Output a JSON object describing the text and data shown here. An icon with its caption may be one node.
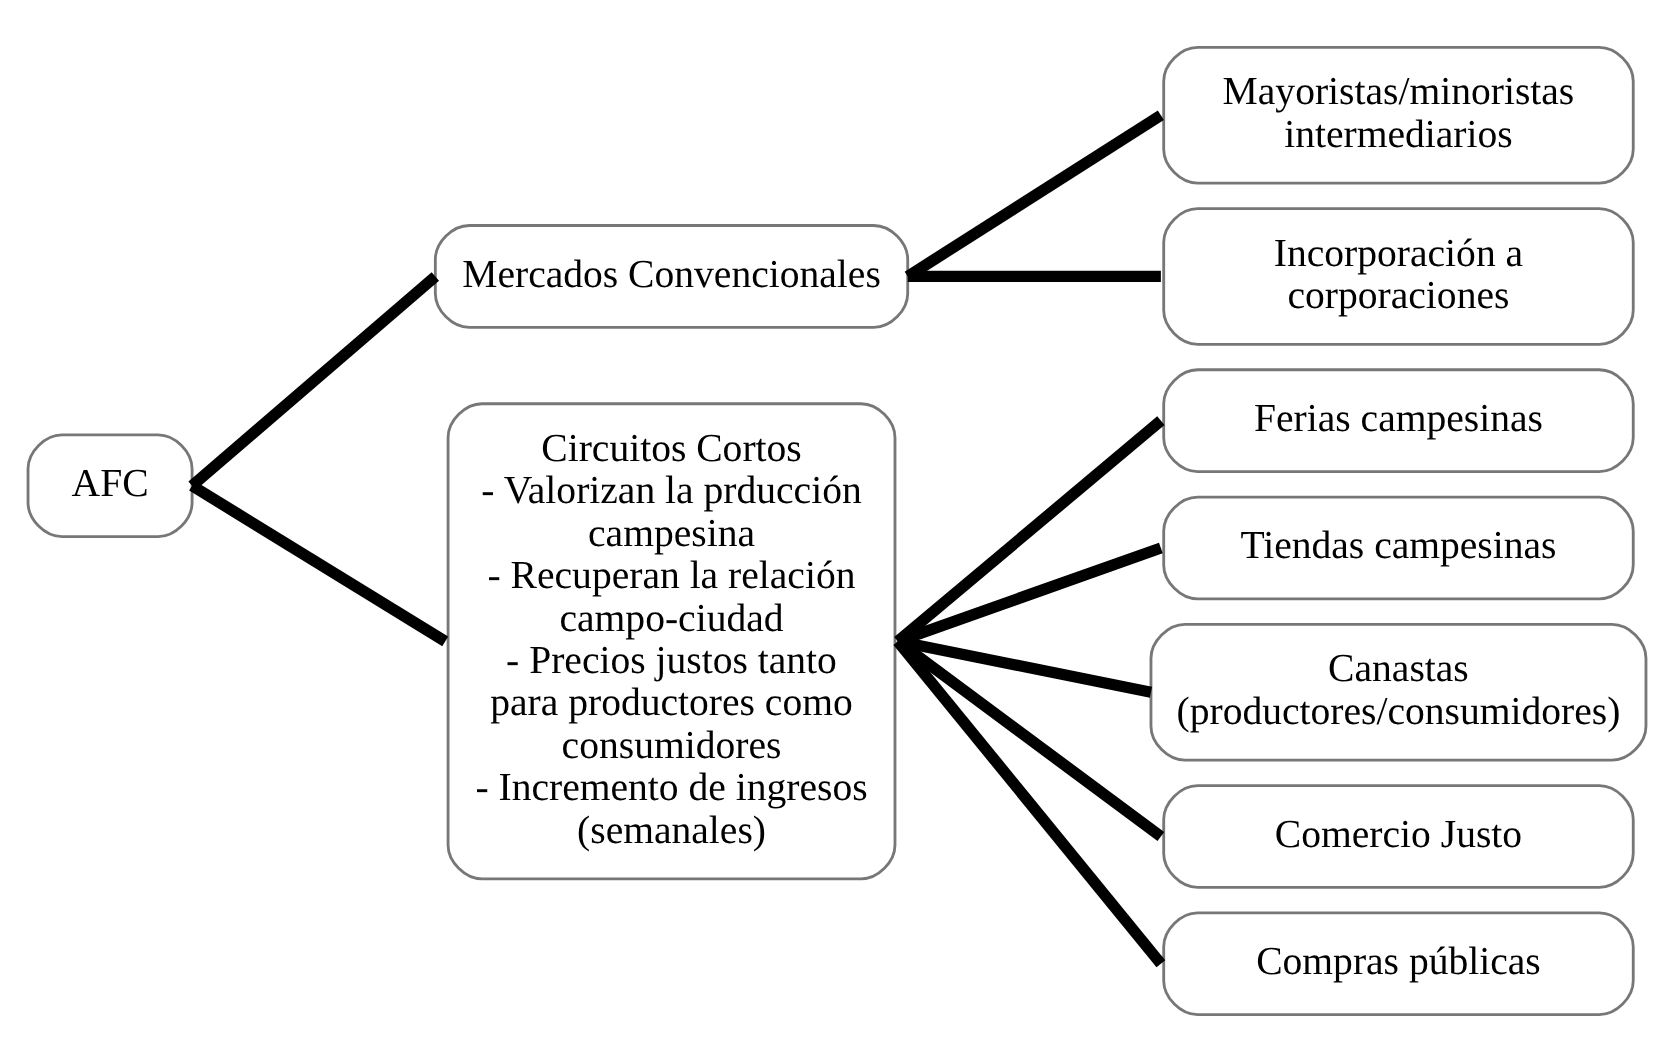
{
  "diagram": {
    "nodes": [
      {
        "text": [
          "AFC"
        ]
      },
      {
        "text": [
          "Mercados Convencionales"
        ]
      },
      {
        "text": [
          "Circuitos Cortos",
          "- Valorizan la prducción campesina",
          "- Recuperan la relación campo-ciudad",
          "- Precios justos tanto para productores como consumidores",
          "- Incremento de ingresos (semanales)"
        ]
      },
      {
        "text": [
          "Mayoristas/minoristas intermediarios"
        ]
      },
      {
        "text": [
          "Incorporación a corporaciones"
        ]
      },
      {
        "text": [
          "Ferias campesinas"
        ]
      },
      {
        "text": [
          "Tiendas campesinas"
        ]
      },
      {
        "text": [
          "Canastas (productores/consumidores)"
        ]
      },
      {
        "text": [
          "Comercio Justo"
        ]
      },
      {
        "text": [
          "Compras públicas"
        ]
      }
    ],
    "edges": [
      {
        "from": 0,
        "to": 1,
        "arrow": "none"
      },
      {
        "from": 0,
        "to": 2,
        "arrow": "none"
      },
      {
        "from": 1,
        "to": 3,
        "arrow": "none"
      },
      {
        "from": 1,
        "to": 4,
        "arrow": "none"
      },
      {
        "from": 2,
        "to": 5,
        "arrow": "none"
      },
      {
        "from": 2,
        "to": 6,
        "arrow": "none"
      },
      {
        "from": 2,
        "to": 7,
        "arrow": "none"
      },
      {
        "from": 2,
        "to": 8,
        "arrow": "none"
      },
      {
        "from": 2,
        "to": 9,
        "arrow": "none"
      }
    ]
  }
}
